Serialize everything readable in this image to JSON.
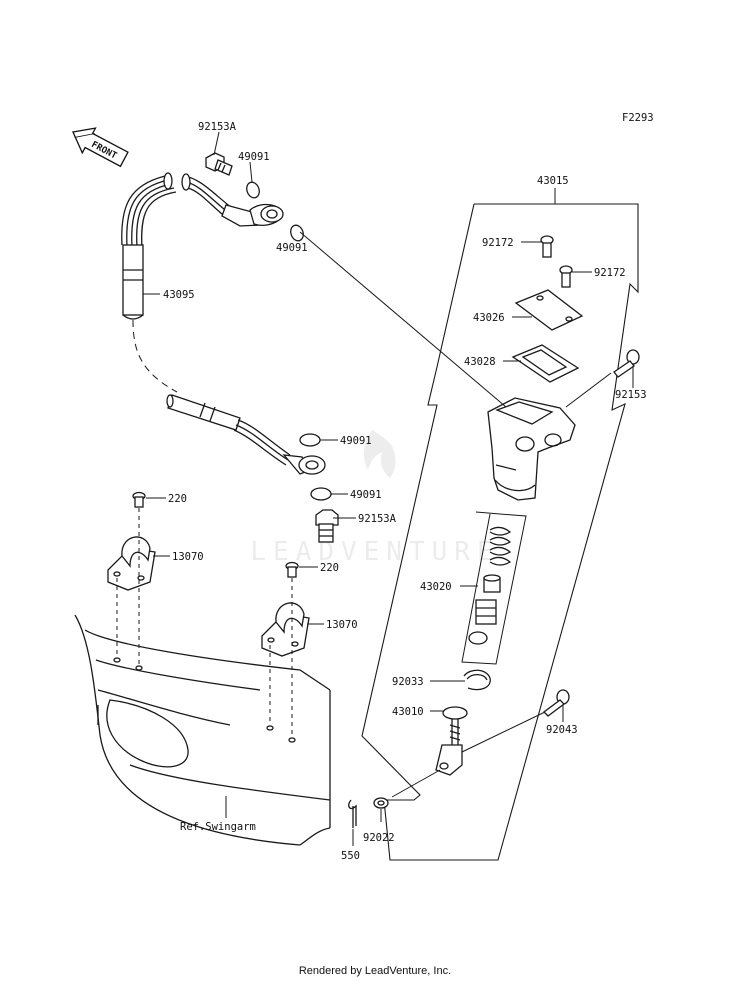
{
  "diagram": {
    "figure_code": "F2293",
    "front_label": "FRONT",
    "ref_swingarm": "Ref.Swingarm",
    "watermark": "LEADVENTURE",
    "footer": "Rendered by LeadVenture, Inc.",
    "parts": {
      "p92153A_top": "92153A",
      "p49091_a": "49091",
      "p49091_b": "49091",
      "p43095": "43095",
      "p49091_c": "49091",
      "p49091_d": "49091",
      "p92153A_bottom": "92153A",
      "p220_a": "220",
      "p13070_a": "13070",
      "p220_b": "220",
      "p13070_b": "13070",
      "p43015": "43015",
      "p92172_a": "92172",
      "p92172_b": "92172",
      "p43026": "43026",
      "p43028": "43028",
      "p92153": "92153",
      "p43020": "43020",
      "p92033": "92033",
      "p43010": "43010",
      "p92043": "92043",
      "p92022": "92022",
      "p550": "550"
    }
  }
}
